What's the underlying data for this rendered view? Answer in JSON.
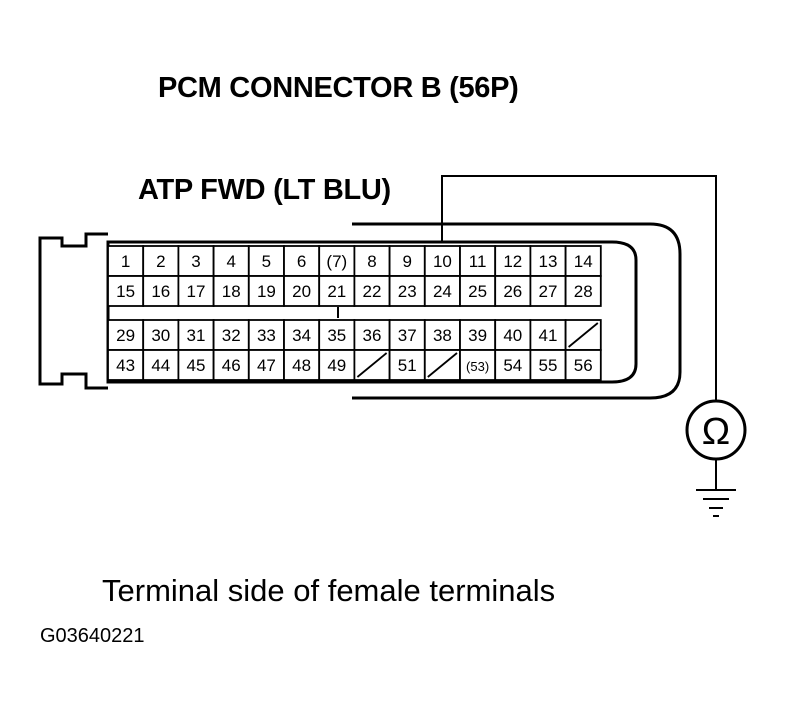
{
  "title": "PCM CONNECTOR B (56P)",
  "wire_label": "ATP FWD (LT BLU)",
  "caption": "Terminal side of female terminals",
  "figure_id": "G03640221",
  "meter_symbol": "Ω",
  "meter_icon": "ohmmeter-icon",
  "ground_icon": "ground-icon",
  "probe_terminal": "10",
  "terminals": {
    "row1": [
      "1",
      "2",
      "3",
      "4",
      "5",
      "6",
      "(7)",
      "8",
      "9",
      "10",
      "11",
      "12",
      "13",
      "14"
    ],
    "row2": [
      "15",
      "16",
      "17",
      "18",
      "19",
      "20",
      "21",
      "22",
      "23",
      "24",
      "25",
      "26",
      "27",
      "28"
    ],
    "row3": [
      "29",
      "30",
      "31",
      "32",
      "33",
      "34",
      "35",
      "36",
      "37",
      "38",
      "39",
      "40",
      "41",
      ""
    ],
    "row4": [
      "43",
      "44",
      "45",
      "46",
      "47",
      "48",
      "49",
      "",
      "51",
      "",
      "(53)",
      "54",
      "55",
      "56"
    ]
  }
}
